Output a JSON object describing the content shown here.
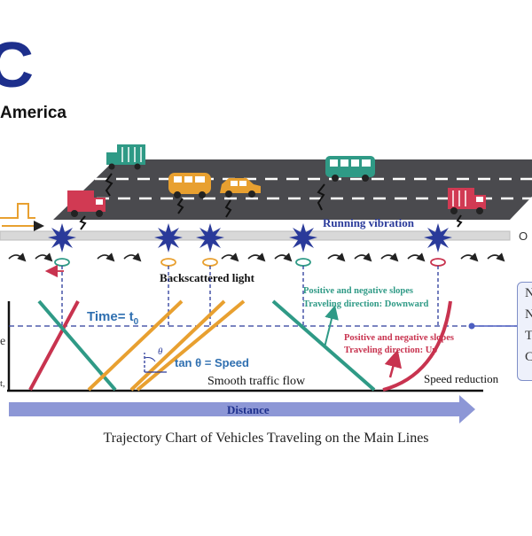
{
  "logo": {
    "letter": "C",
    "text": "America"
  },
  "road_labels": {
    "running_vibration": "Running vibration",
    "fiber_end": "O",
    "backscattered": "Backscattered light"
  },
  "chart": {
    "time_label": "Time= t",
    "time_sub": "0",
    "theta": "θ",
    "tan_label": "tan θ = Speed",
    "smooth": "Smooth traffic flow",
    "speed_reduction": "Speed reduction",
    "down_note_1": "Positive and negative slopes",
    "down_note_2": "Traveling direction: Downward",
    "up_note_1": "Positive and negative slopes",
    "up_note_2": "Traveling direction: Up",
    "axis_frag_1": "e",
    "axis_frag_2": "t,"
  },
  "distance_label": "Distance",
  "caption": "Trajectory Chart of Vehicles Traveling on the Main Lines",
  "right_box": [
    "N",
    "N",
    "T",
    "C"
  ],
  "colors": {
    "navy": "#1d2f8c",
    "teal": "#2f9a86",
    "orange": "#e8a030",
    "crimson": "#c8334f",
    "road": "#4a4a4e",
    "fiber": "#d8d8d8",
    "distance_bar": "#8d97d6",
    "burst": "#2a3a9a"
  }
}
